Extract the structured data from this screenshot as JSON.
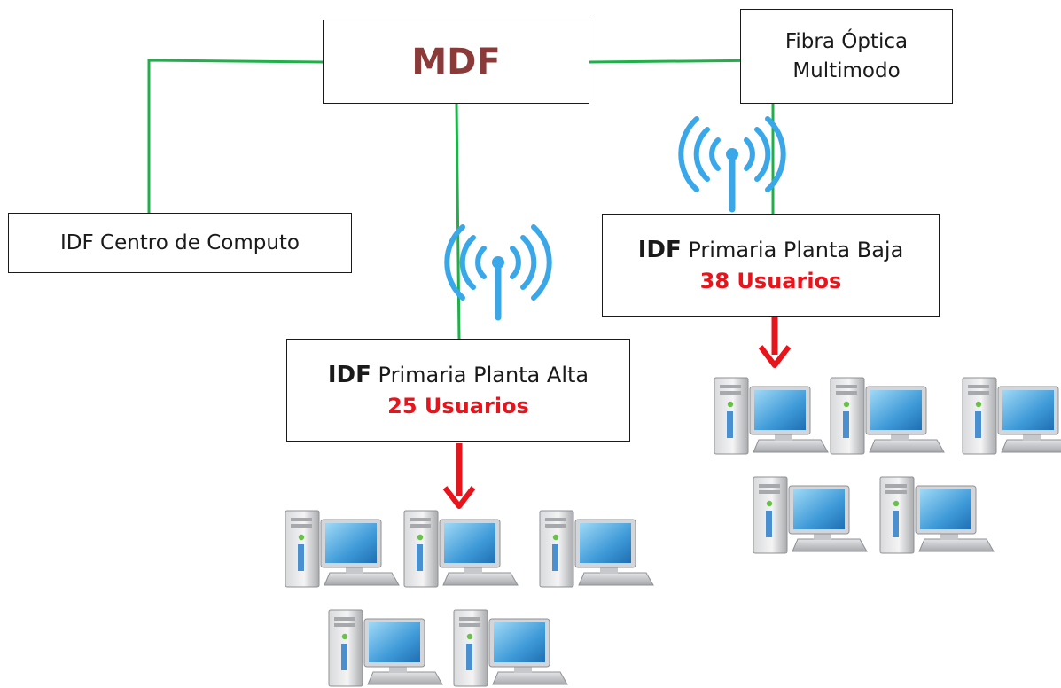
{
  "colors": {
    "link": "#1fb04a",
    "arrow": "#e8141b",
    "mdf_text": "#8B3A3A",
    "users_text": "#e8141b",
    "wifi": "#3aa8e8"
  },
  "mdf": {
    "label": "MDF"
  },
  "fiber": {
    "line1": "Fibra Óptica",
    "line2": "Multimodo"
  },
  "idf_centro": {
    "label": "IDF Centro de Computo"
  },
  "idf_alta": {
    "prefix": "IDF",
    "name": "Primaria Planta Alta",
    "users": "25 Usuarios"
  },
  "idf_baja": {
    "prefix": "IDF",
    "name": "Primaria Planta Baja",
    "users": "38 Usuarios"
  },
  "icons": {
    "wireless": "wifi-antenna-icon",
    "computer": "desktop-computer-icon"
  }
}
